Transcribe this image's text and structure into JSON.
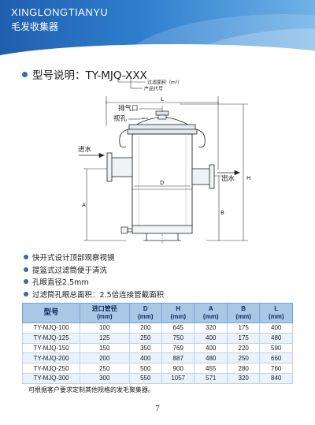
{
  "header": {
    "brand_en": "XINGLONGTIANYU",
    "brand_cn": "毛发收集器",
    "accent": "#2f6db5"
  },
  "model": {
    "title": "型号说明：TY-MJQ-XXX",
    "annotation_area": "过滤面积（m²）",
    "annotation_code": "产品代号"
  },
  "diagram": {
    "label_L": "L",
    "label_exhaust": "排气口",
    "label_sight": "视孔",
    "label_inlet": "进水",
    "label_outlet": "出水",
    "label_D": "D",
    "label_A": "A",
    "label_B": "B",
    "label_H": "H"
  },
  "features": [
    "快开式设计顶部观察视镜",
    "提篮式过滤筒便于清洗",
    "孔眼直径2.5mm",
    "过滤筒孔眼总面积：2.5倍连接管截面积"
  ],
  "table": {
    "headers": [
      "型号",
      "进口管径\n(mm)",
      "D\n(mm)",
      "H\n(mm)",
      "A\n(mm)",
      "B\n(mm)",
      "L\n(mm)"
    ],
    "rows": [
      [
        "TY-MJQ-100",
        "100",
        "200",
        "645",
        "320",
        "175",
        "400"
      ],
      [
        "TY-MJQ-125",
        "125",
        "250",
        "750",
        "400",
        "175",
        "480"
      ],
      [
        "TY-MJQ-150",
        "150",
        "350",
        "769",
        "400",
        "220",
        "590"
      ],
      [
        "TY-MJQ-200",
        "200",
        "400",
        "887",
        "480",
        "250",
        "660"
      ],
      [
        "TY-MJQ-250",
        "250",
        "500",
        "900",
        "455",
        "280",
        "760"
      ],
      [
        "TY-MJQ-300",
        "300",
        "550",
        "1057",
        "571",
        "320",
        "840"
      ]
    ]
  },
  "note": "可根据客户要求定制其他规格的发毛聚集器。",
  "page_number": "7"
}
